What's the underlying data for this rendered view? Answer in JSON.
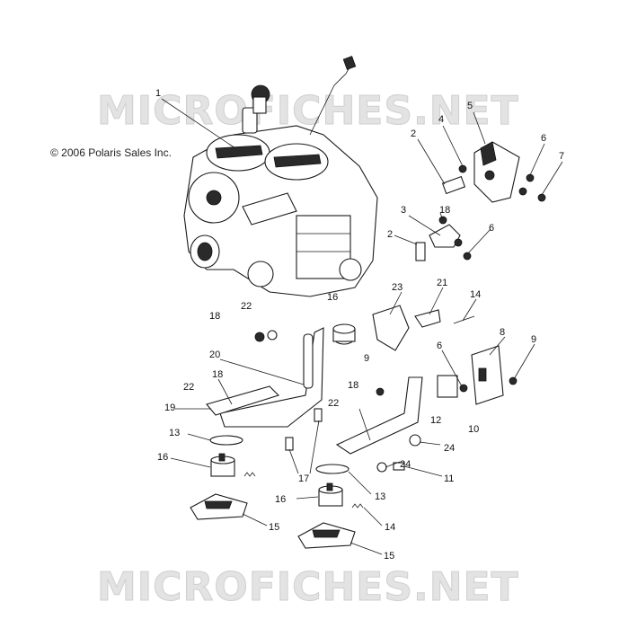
{
  "watermark": {
    "text": "MICROFICHES.NET"
  },
  "copyright": "© 2006 Polaris Sales Inc.",
  "callouts": [
    {
      "id": "c1",
      "label": "1"
    },
    {
      "id": "c2a",
      "label": "2"
    },
    {
      "id": "c4",
      "label": "4"
    },
    {
      "id": "c5",
      "label": "5"
    },
    {
      "id": "c6a",
      "label": "6"
    },
    {
      "id": "c7",
      "label": "7"
    },
    {
      "id": "c3",
      "label": "3"
    },
    {
      "id": "c18a",
      "label": "18"
    },
    {
      "id": "c2b",
      "label": "2"
    },
    {
      "id": "c6b",
      "label": "6"
    },
    {
      "id": "c23",
      "label": "23"
    },
    {
      "id": "c21",
      "label": "21"
    },
    {
      "id": "c14a",
      "label": "14"
    },
    {
      "id": "c16a",
      "label": "16"
    },
    {
      "id": "c22a",
      "label": "22"
    },
    {
      "id": "c18b",
      "label": "18"
    },
    {
      "id": "c8",
      "label": "8"
    },
    {
      "id": "c9a",
      "label": "9"
    },
    {
      "id": "c6c",
      "label": "6"
    },
    {
      "id": "c20",
      "label": "20"
    },
    {
      "id": "c9b",
      "label": "9"
    },
    {
      "id": "c18c",
      "label": "18"
    },
    {
      "id": "c18d",
      "label": "18"
    },
    {
      "id": "c22b",
      "label": "22"
    },
    {
      "id": "c22c",
      "label": "22"
    },
    {
      "id": "c19",
      "label": "19"
    },
    {
      "id": "c10",
      "label": "10"
    },
    {
      "id": "c12",
      "label": "12"
    },
    {
      "id": "c13a",
      "label": "13"
    },
    {
      "id": "c24a",
      "label": "24"
    },
    {
      "id": "c16b",
      "label": "16"
    },
    {
      "id": "c24b",
      "label": "24"
    },
    {
      "id": "c11",
      "label": "11"
    },
    {
      "id": "c17",
      "label": "17"
    },
    {
      "id": "c13b",
      "label": "13"
    },
    {
      "id": "c16c",
      "label": "16"
    },
    {
      "id": "c14b",
      "label": "14"
    },
    {
      "id": "c15a",
      "label": "15"
    },
    {
      "id": "c15b",
      "label": "15"
    }
  ]
}
